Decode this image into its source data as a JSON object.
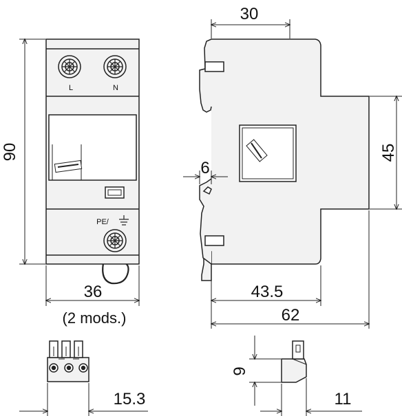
{
  "dimensions": {
    "height_90": "90",
    "width_36": "36",
    "modules_note": "(2 mods.)",
    "depth_30": "30",
    "rail_6": "6",
    "height_45": "45",
    "depth_43_5": "43.5",
    "depth_62": "62",
    "plug_width_15_3": "15.3",
    "plug_height_9": "9",
    "plug_depth_11": "11"
  },
  "terminals": {
    "left_label": "L",
    "right_label": "N",
    "pe_label": "PE/"
  }
}
